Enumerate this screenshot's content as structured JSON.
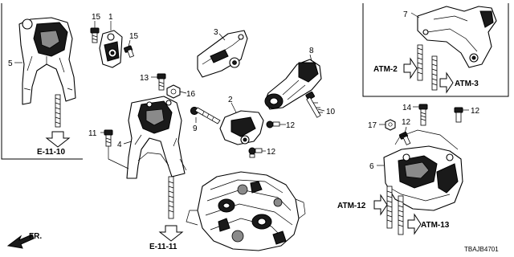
{
  "callouts": {
    "n1": "1",
    "n2": "2",
    "n3": "3",
    "n4": "4",
    "n5": "5",
    "n6": "6",
    "n7": "7",
    "n8": "8",
    "n9": "9",
    "n10": "10",
    "n11": "11",
    "n12a": "12",
    "n12b": "12",
    "n12c": "12",
    "n12d": "12",
    "n13": "13",
    "n14": "14",
    "n15a": "15",
    "n15b": "15",
    "n16": "16",
    "n17": "17"
  },
  "refs": {
    "e_11_10": "E-11-10",
    "e_11_11": "E-11-11",
    "atm_2": "ATM-2",
    "atm_3": "ATM-3",
    "atm_12": "ATM-12",
    "atm_13": "ATM-13"
  },
  "front_label": "FR.",
  "diagram_code": "TBAJB4701"
}
